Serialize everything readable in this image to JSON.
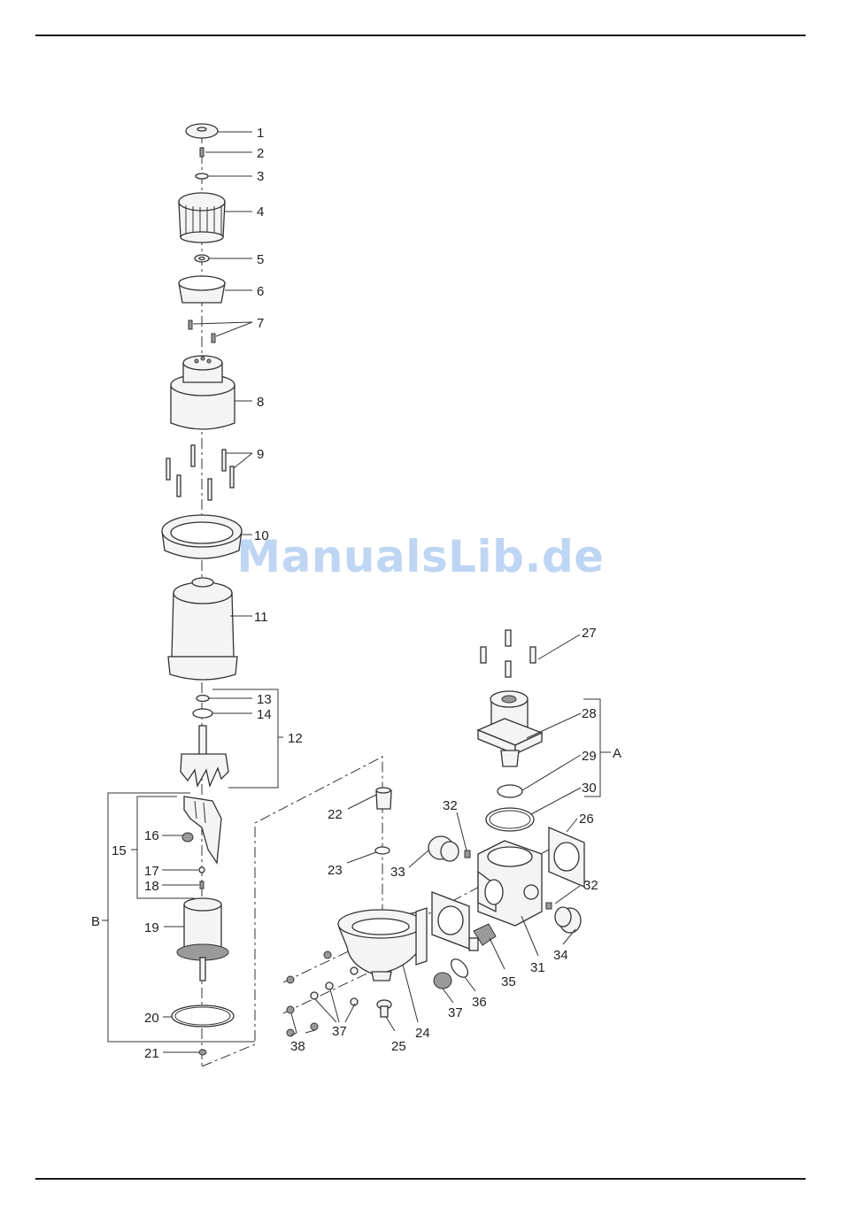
{
  "watermark": "ManualsLib.de",
  "callouts": {
    "c1": "1",
    "c2": "2",
    "c3": "3",
    "c4": "4",
    "c5": "5",
    "c6": "6",
    "c7": "7",
    "c8": "8",
    "c9": "9",
    "c10": "10",
    "c11": "11",
    "c12": "12",
    "c13": "13",
    "c14": "14",
    "c15": "15",
    "c16": "16",
    "c17": "17",
    "c18": "18",
    "c19": "19",
    "c20": "20",
    "c21": "21",
    "c22": "22",
    "c23": "23",
    "c24": "24",
    "c25": "25",
    "c26": "26",
    "c27": "27",
    "c28": "28",
    "c29": "29",
    "c30": "30",
    "c31": "31",
    "c32": "32",
    "c33": "33",
    "c34": "34",
    "c35": "35",
    "c36": "36",
    "c37": "37",
    "c38": "38",
    "groupA": "A",
    "groupB": "B"
  },
  "colors": {
    "line": "#333333",
    "fill": "#f4f4f4",
    "watermark": "#a9c8ef"
  }
}
